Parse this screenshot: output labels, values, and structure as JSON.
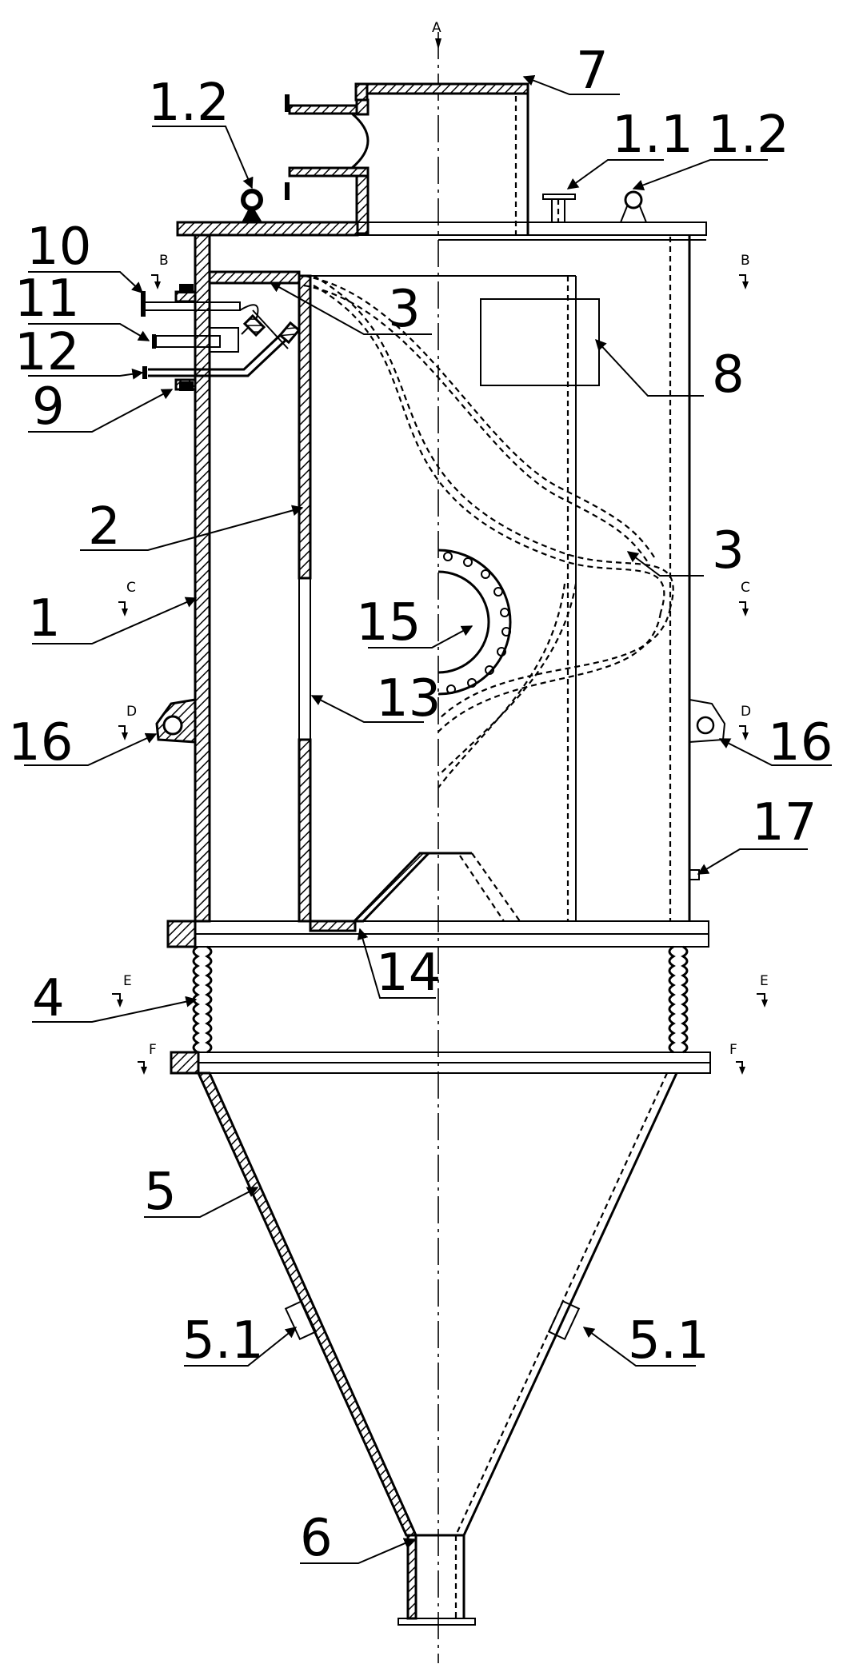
{
  "section_marks": [
    "A",
    "B",
    "C",
    "D",
    "E",
    "F"
  ],
  "labels": {
    "l1": "1",
    "l2": "2",
    "l3a": "3",
    "l3b": "3",
    "l4": "4",
    "l5": "5",
    "l51a": "5.1",
    "l51b": "5.1",
    "l6": "6",
    "l7": "7",
    "l8": "8",
    "l9": "9",
    "l10": "10",
    "l11": "11",
    "l11b": "1.1",
    "l12": "12",
    "l12a": "1.2",
    "l12b": "1.2",
    "l13": "13",
    "l14": "14",
    "l15": "15",
    "l16a": "16",
    "l16b": "16",
    "l17": "17"
  }
}
